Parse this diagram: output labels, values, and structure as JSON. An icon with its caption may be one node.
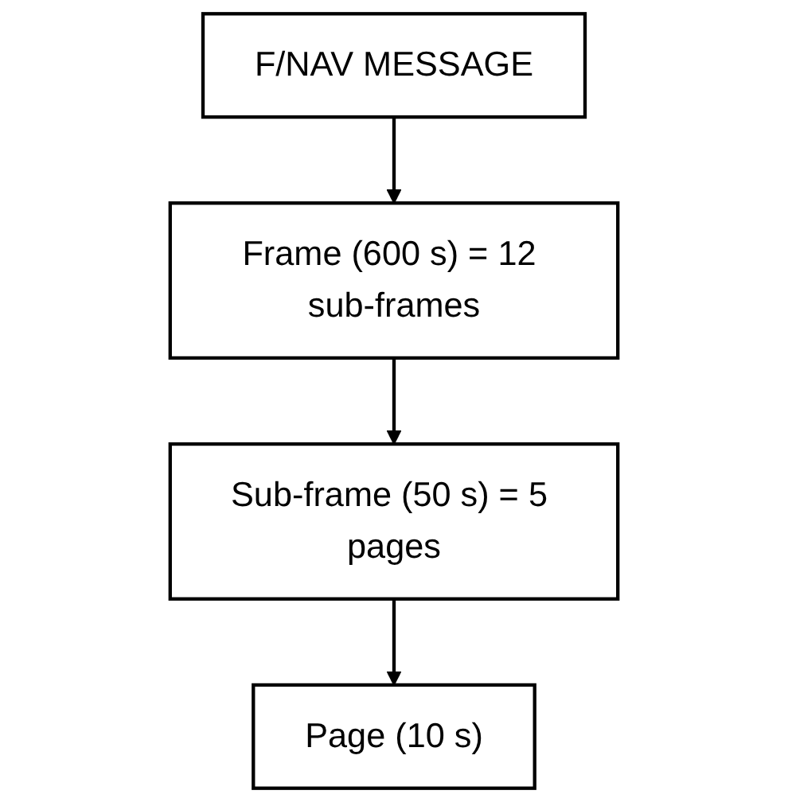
{
  "diagram": {
    "nodes": [
      {
        "text": [
          "F/NAV MESSAGE"
        ]
      },
      {
        "text": [
          "Frame (600 s) = 12 sub-frames"
        ]
      },
      {
        "text": [
          "Sub-frame (50 s) = 5 pages"
        ]
      },
      {
        "text": [
          "Page (10 s)"
        ]
      }
    ],
    "edges": [
      {
        "from": 0,
        "to": 1,
        "arrow": "to"
      },
      {
        "from": 1,
        "to": 2,
        "arrow": "to"
      },
      {
        "from": 2,
        "to": 3,
        "arrow": "to"
      }
    ]
  }
}
